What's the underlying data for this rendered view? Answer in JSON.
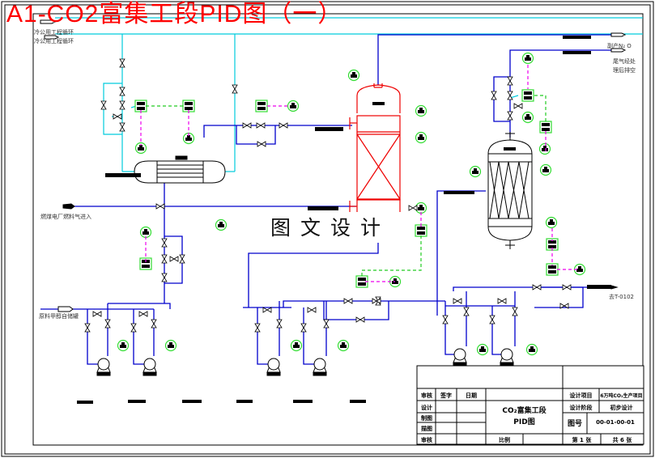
{
  "drawing": {
    "title": "A1-CO2富集工段PID图（一）",
    "watermark": "图文设计",
    "colors": {
      "title": "#ff0000",
      "process_line": "#0000cc",
      "utility_line": "#00ccdd",
      "column": "#ee0000",
      "instrument_ring": "#33dd33",
      "signal_line": "#ee00ee",
      "control_line": "#22cc22",
      "frame": "#000000"
    },
    "labels": {
      "cooling_water_1": "冷公用工程循环",
      "cooling_water_2": "冷公用工程循环",
      "fuel_gas_in": "燃煤电厂燃料气进入",
      "raw_material_tank": "原料甲醇自储罐",
      "product_out": "副产N₂ O",
      "tail_gas_1": "尾气经处",
      "tail_gas_2": "理后排空",
      "to_tank": "去T-0102"
    }
  },
  "title_block": {
    "headers": [
      "审核",
      "签字",
      "日期"
    ],
    "rows": [
      "设计",
      "制图",
      "描图",
      "审核"
    ],
    "drawing_name_1": "CO₂富集工段",
    "drawing_name_2": "PID图",
    "ratio_label": "比例",
    "project_label": "设计项目",
    "project_value": "6万吨CO₂生产项目",
    "stage_label": "设计阶段",
    "stage_value": "初步设计",
    "drawing_no_label": "图号",
    "drawing_no_value": "00-01-00-01",
    "sheet": "第 1 张",
    "total": "共 6 张"
  }
}
